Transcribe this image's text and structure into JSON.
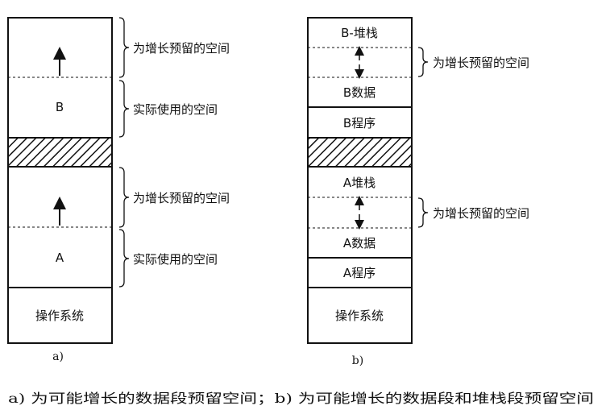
{
  "diagram_a": {
    "reserved_top": "为增长预留的空间",
    "used_b": "实际使用的空间",
    "reserved_mid": "为增长预留的空间",
    "used_a": "实际使用的空间",
    "seg_b": "B",
    "seg_a": "A",
    "os": "操作系统",
    "label": "a)"
  },
  "diagram_b": {
    "b_stack": "B-堆栈",
    "b_reserved": "为增长预留的空间",
    "b_data": "B数据",
    "b_program": "B程序",
    "a_stack": "A堆栈",
    "a_reserved": "为增长预留的空间",
    "a_data": "A数据",
    "a_program": "A程序",
    "os": "操作系统",
    "label": "b)"
  },
  "caption": "a) 为可能增长的数据段预留空间；b) 为可能增长的数据段和堆栈段预留空间"
}
